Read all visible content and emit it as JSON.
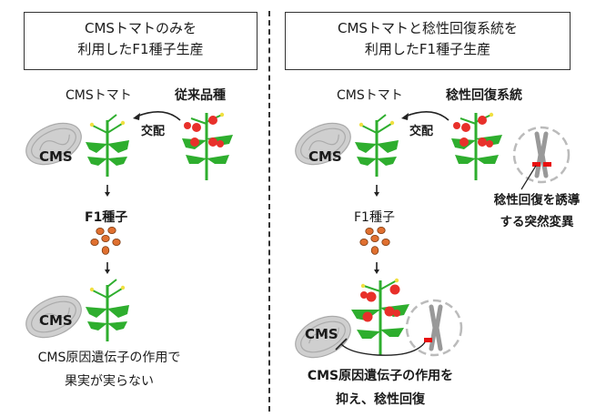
{
  "left_panel": {
    "title_line1": "CMSトマトのみを",
    "title_line2": "利用したF1種子生産",
    "cms_tomato_label": "CMSトマト",
    "conventional_label": "従来品種",
    "cross_label": "交配",
    "mito_label_top": "CMS",
    "f1_seed_label": "F1種子",
    "mito_label_bottom": "CMS",
    "result_line1": "CMS原因遺伝子の作用で",
    "result_line2": "果実が実らない"
  },
  "right_panel": {
    "title_line1": "CMSトマトと稔性回復系統を",
    "title_line2": "利用したF1種子生産",
    "cms_tomato_label": "CMSトマト",
    "restorer_label": "稔性回復系統",
    "cross_label": "交配",
    "mito_label_top": "CMS",
    "mutation_line1": "稔性回復を誘導",
    "mutation_line2": "する突然変異",
    "f1_seed_label": "F1種子",
    "mito_label_bottom": "CMS",
    "result_line1": "CMS原因遺伝子の作用を",
    "result_line2": "抑え、稔性回復"
  },
  "colors": {
    "plant_green": "#2eae2e",
    "tomato_red": "#e8302a",
    "seed_orange": "#e07030",
    "flower_yellow": "#f0e040",
    "mito_gray": "#c8c8c8",
    "mutation_red": "#e81010",
    "chromosome_gray": "#999999"
  }
}
